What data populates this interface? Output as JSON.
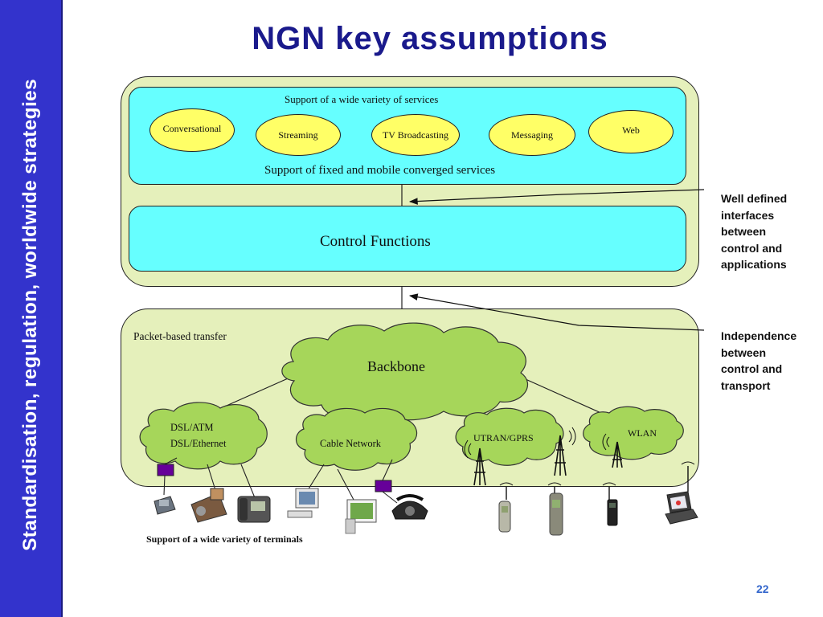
{
  "slide": {
    "title": "NGN key assumptions",
    "sidebar_text": "Standardisation, regulation, worldwide strategies",
    "page_number": "22"
  },
  "services": {
    "heading": "Support of a wide variety of services",
    "items": [
      "Conversational",
      "Streaming",
      "TV Broadcasting",
      "Messaging",
      "Web"
    ],
    "converged_label": "Support of fixed and mobile converged services"
  },
  "control": {
    "label": "Control Functions"
  },
  "transport": {
    "label": "Packet-based transfer",
    "backbone": "Backbone",
    "networks": {
      "dsl_line1": "DSL/ATM",
      "dsl_line2": "DSL/Ethernet",
      "cable": "Cable Network",
      "utran": "UTRAN/GPRS",
      "wlan": "WLAN"
    }
  },
  "notes": {
    "interfaces": [
      "Well defined",
      "interfaces",
      "between",
      "control and",
      "applications"
    ],
    "independence": [
      "Independence",
      "between",
      "control and",
      "transport"
    ]
  },
  "terminals": {
    "label": "Support of a wide variety of terminals"
  },
  "colors": {
    "sidebar": "#3333cc",
    "title": "#1a1a8c",
    "panel": "#e5f0bb",
    "cyan_box": "#66ffff",
    "service_oval": "#ffff66",
    "cloud": "#a6d65a",
    "page_number": "#3366cc"
  }
}
